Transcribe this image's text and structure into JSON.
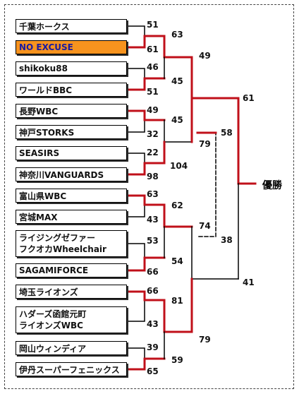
{
  "teams": [
    {
      "name": "千葉ホークス",
      "score": "51"
    },
    {
      "name": "NO EXCUSE",
      "score": "61",
      "highlight": true
    },
    {
      "name": "shikoku88",
      "score": "46"
    },
    {
      "name": "ワールドBBC",
      "score": "51"
    },
    {
      "name": "長野WBC",
      "score": "49"
    },
    {
      "name": "神戸STORKS",
      "score": "32"
    },
    {
      "name": "SEASIRS",
      "score": "22"
    },
    {
      "name": "神奈川VANGUARDS",
      "score": "98"
    },
    {
      "name": "富山県WBC",
      "score": "63"
    },
    {
      "name": "宮城MAX",
      "score": "43"
    },
    {
      "name": "ライジングゼファー",
      "name2": "フクオカWheelchair",
      "score": "53"
    },
    {
      "name": "SAGAMIFORCE",
      "score": "66"
    },
    {
      "name": "埼玉ライオンズ",
      "score": "66"
    },
    {
      "name": "ハダーズ函館元町",
      "name2": "ライオンズWBC",
      "score": "43"
    },
    {
      "name": "岡山ウィンディア",
      "score": "39"
    },
    {
      "name": "伊丹スーパーフェニックス",
      "score": "65"
    }
  ],
  "round2": [
    "63",
    "49",
    "45",
    "45",
    "104",
    "62",
    "74",
    "54",
    "81",
    "79",
    "59"
  ],
  "round3": [
    "79",
    "58",
    "38",
    "41",
    "61"
  ],
  "champion_label": "優勝",
  "colors": {
    "winner_line": "#c0101a",
    "loser_line": "#000000",
    "highlight_bg": "#f7931e",
    "highlight_text": "#1a1aa0"
  }
}
